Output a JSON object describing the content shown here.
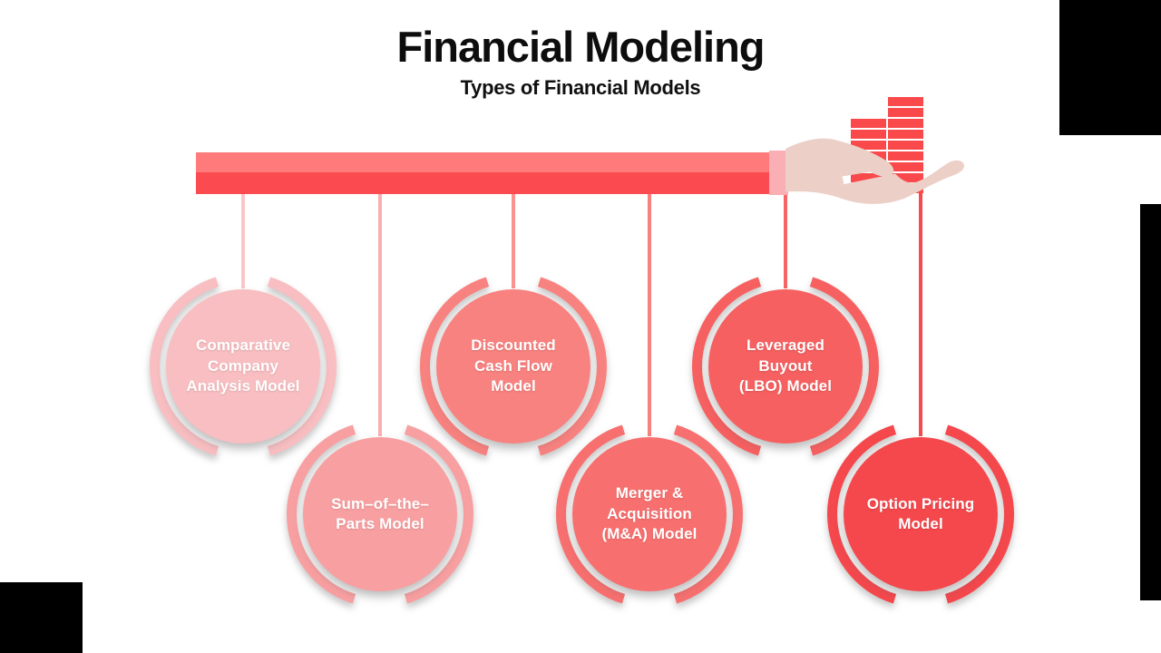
{
  "header": {
    "title": "Financial Modeling",
    "subtitle": "Types of Financial Models"
  },
  "models": [
    {
      "label": "Comparative\nCompany\nAnalysis Model",
      "color": "#F8BEC1",
      "line_color": "#F9C6C8"
    },
    {
      "label": "Sum–of–the–\nParts Model",
      "color": "#F89FA1",
      "line_color": "#F9AFB1"
    },
    {
      "label": "Discounted\nCash Flow\nModel",
      "color": "#F8827F",
      "line_color": "#F89392"
    },
    {
      "label": "Merger &\nAcquisition\n(M&A) Model",
      "color": "#F7706F",
      "line_color": "#F8807F"
    },
    {
      "label": "Leveraged\nBuyout\n(LBO) Model",
      "color": "#F66060",
      "line_color": "#F66566"
    },
    {
      "label": "Option Pricing\nModel",
      "color": "#F4484D",
      "line_color": "#F54B50"
    }
  ],
  "illustration": {
    "bar_top_color": "#FF7B7B",
    "bar_bottom_color": "#FB4B50",
    "cuff_color": "#F9AFB3",
    "hand_color": "#ECD0C8",
    "coin_color": "#F9494B",
    "accent_black": "#000000",
    "label_text_color": "#FFFFFF"
  }
}
